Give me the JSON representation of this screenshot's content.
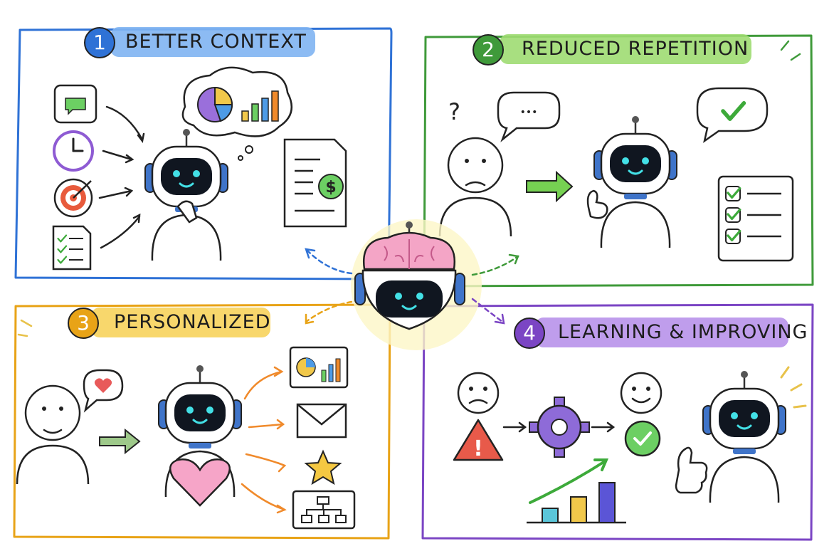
{
  "panels": [
    {
      "number": "1",
      "title": "BETTER CONTEXT",
      "color": "#2f72d6",
      "highlight": "#7fb4f2"
    },
    {
      "number": "2",
      "title": "REDUCED REPETITION",
      "color": "#3f9a3a",
      "highlight": "#9fdc72"
    },
    {
      "number": "3",
      "title": "PERSONALIZED",
      "color": "#e8a317",
      "highlight": "#f7d35c"
    },
    {
      "number": "4",
      "title": "LEARNING & IMPROVING",
      "color": "#7b45c4",
      "highlight": "#b892ea"
    }
  ],
  "glyphs": {
    "question": "?",
    "ellipsis": "•••",
    "dollar": "$",
    "alert": "!"
  },
  "icons": [
    "chat-bubble-icon",
    "clock-icon",
    "target-icon",
    "checklist-icon",
    "thought-cloud-icon",
    "pie-chart-icon",
    "bar-chart-icon",
    "invoice-icon",
    "robot-icon",
    "person-icon",
    "brain-robot-icon",
    "checkmark-icon",
    "heart-icon",
    "envelope-icon",
    "star-icon",
    "flowchart-icon",
    "gear-icon",
    "warning-icon",
    "growth-chart-icon",
    "thumbs-up-icon"
  ]
}
